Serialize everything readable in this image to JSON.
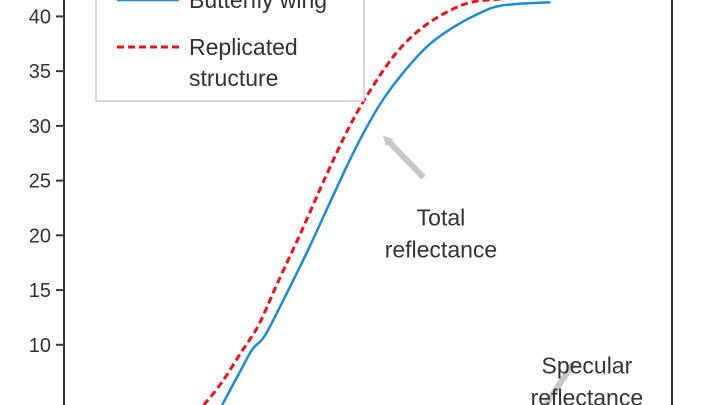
{
  "chart_data": {
    "type": "line",
    "title": "",
    "xlabel": "",
    "ylabel": "",
    "ylim": [
      4.5,
      41.5
    ],
    "xlim": [
      0,
      1
    ],
    "yticks": [
      10,
      15,
      20,
      25,
      30,
      35,
      40
    ],
    "ytick_labels": [
      "10",
      "15",
      "20",
      "25",
      "30",
      "35",
      "40"
    ],
    "grid": false,
    "legend_position": "top-left",
    "series": [
      {
        "name": "Butterfly wing",
        "color": "#1f8ad6",
        "style": "solid",
        "points": [
          [
            0.26,
            4.5
          ],
          [
            0.29,
            7.6
          ],
          [
            0.31,
            9.6
          ],
          [
            0.33,
            10.8
          ],
          [
            0.36,
            14.0
          ],
          [
            0.4,
            18.5
          ],
          [
            0.44,
            23.3
          ],
          [
            0.48,
            28.0
          ],
          [
            0.52,
            32.0
          ],
          [
            0.56,
            35.0
          ],
          [
            0.6,
            37.4
          ],
          [
            0.64,
            39.0
          ],
          [
            0.68,
            40.2
          ],
          [
            0.72,
            41.0
          ],
          [
            0.8,
            41.3
          ]
        ]
      },
      {
        "name": "Replicated structure",
        "color": "#e8141b",
        "style": "dashed",
        "points": [
          [
            0.23,
            4.5
          ],
          [
            0.26,
            6.6
          ],
          [
            0.29,
            9.2
          ],
          [
            0.32,
            11.8
          ],
          [
            0.35,
            15.5
          ],
          [
            0.39,
            20.3
          ],
          [
            0.43,
            25.3
          ],
          [
            0.47,
            30.0
          ],
          [
            0.51,
            33.8
          ],
          [
            0.55,
            36.9
          ],
          [
            0.59,
            39.0
          ],
          [
            0.63,
            40.4
          ],
          [
            0.67,
            41.3
          ],
          [
            0.72,
            41.6
          ]
        ]
      }
    ],
    "annotations": [
      {
        "lines": [
          "Total",
          "reflectance"
        ],
        "x": 0.62,
        "y": 20.9,
        "arrow_to": [
          0.53,
          28.8
        ]
      },
      {
        "lines": [
          "Specular",
          "reflectance"
        ],
        "x": 0.86,
        "y": 7.4,
        "arrow_to": [
          0.78,
          3.5
        ]
      }
    ],
    "legend": [
      {
        "label_lines": [
          "Butterfly wing"
        ],
        "series": 0
      },
      {
        "label_lines": [
          "Replicated",
          "structure"
        ],
        "series": 1
      }
    ]
  }
}
